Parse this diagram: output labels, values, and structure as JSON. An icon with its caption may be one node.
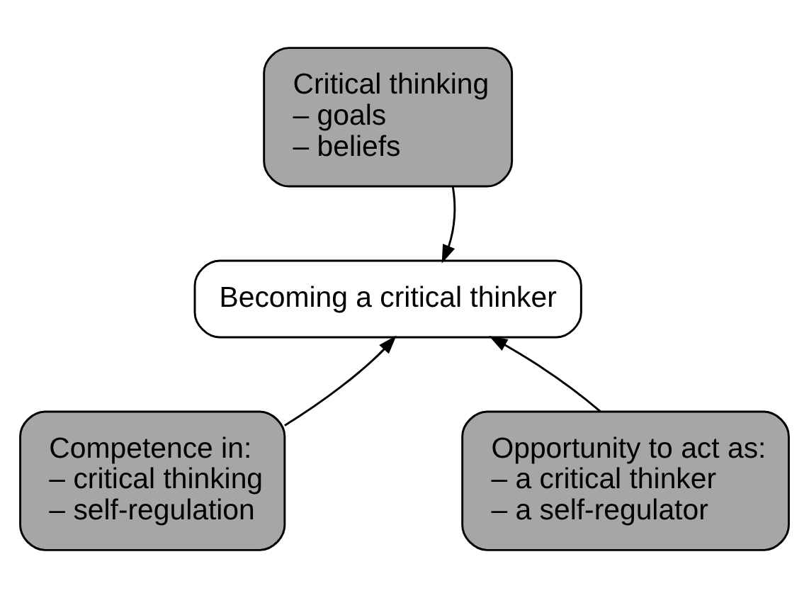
{
  "diagram": {
    "nodes": [
      {
        "text": [
          "Critical thinking",
          "– goals",
          "– beliefs"
        ]
      },
      {
        "text": [
          "Becoming a critical thinker"
        ]
      },
      {
        "text": [
          "Competence in:",
          "– critical thinking",
          "– self-regulation"
        ]
      },
      {
        "text": [
          "Opportunity to act as:",
          "– a critical thinker",
          "– a self-regulator"
        ]
      }
    ],
    "edges": [
      {
        "from": 0,
        "to": 1,
        "arrow": "to"
      },
      {
        "from": 2,
        "to": 1,
        "arrow": "to"
      },
      {
        "from": 3,
        "to": 1,
        "arrow": "to"
      }
    ]
  }
}
